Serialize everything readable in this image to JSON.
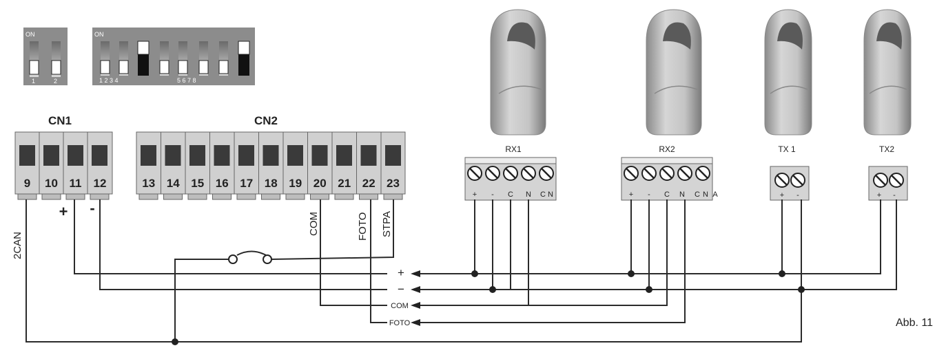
{
  "dip_switches": {
    "small": {
      "on_label": "ON",
      "numbers": [
        "1",
        "2"
      ]
    },
    "large": {
      "on_label": "ON",
      "numbers_left": "1 2 3 4",
      "numbers_right": "5 6 7 8"
    }
  },
  "cn1": {
    "title": "CN1",
    "terminals": [
      "9",
      "10",
      "11",
      "12"
    ]
  },
  "cn2": {
    "title": "CN2",
    "terminals": [
      "13",
      "14",
      "15",
      "16",
      "17",
      "18",
      "19",
      "20",
      "21",
      "22",
      "23"
    ]
  },
  "cn_labels": {
    "t9": "2CAN",
    "t11": "+",
    "t12": "-",
    "t20": "COM",
    "t22": "FOTO",
    "t23": "STPA"
  },
  "devices": {
    "rx1": {
      "label": "RX1",
      "pins": [
        "+",
        "-",
        "C",
        "N",
        "C",
        "N"
      ]
    },
    "rx2": {
      "label": "RX2",
      "pins": [
        "+",
        "-",
        "C",
        "N",
        "C",
        "N",
        "A"
      ]
    },
    "tx1": {
      "label": "TX 1",
      "pins": [
        "+",
        "-"
      ]
    },
    "tx2": {
      "label": "TX2",
      "pins": [
        "+",
        "-"
      ]
    }
  },
  "bus_labels": {
    "plus": "+",
    "minus": "−",
    "com": "COM",
    "foto": "FOTO"
  },
  "figure_label": "Abb. 11"
}
